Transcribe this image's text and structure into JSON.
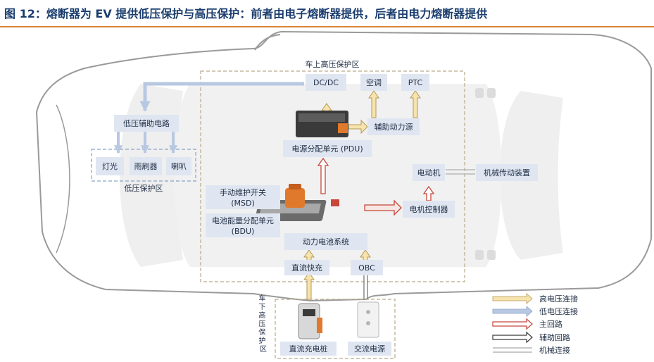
{
  "title": "图 12：熔断器为 EV 提供低压保护与高压保护：前者由电子熔断器提供，后者由电力熔断器提供",
  "zones": {
    "high_voltage": "车上高压保护区",
    "low_voltage": "低压保护区",
    "off_vehicle": "车下高压保护区"
  },
  "nodes": {
    "dcdc": "DC/DC",
    "aircon": "空调",
    "ptc": "PTC",
    "aux_power": "辅助动力源",
    "pdu": "电源分配单元 (PDU)",
    "lv_aux": "低压辅助电路",
    "lights": "灯光",
    "wiper": "雨刷器",
    "horn": "喇叭",
    "motor": "电动机",
    "mech_drive": "机械传动装置",
    "motor_ctrl": "电机控制器",
    "msd_line1": "手动维护开关",
    "msd_line2": "(MSD)",
    "bdu_line1": "电池能量分配单元",
    "bdu_line2": "(BDU)",
    "battery": "动力电池系统",
    "dc_fast": "直流快充",
    "obc": "OBC",
    "dc_pile": "直流充电桩",
    "ac_source": "交流电源"
  },
  "legend": {
    "items": [
      {
        "label": "高电压连接",
        "style": "hv"
      },
      {
        "label": "低电压连接",
        "style": "lv"
      },
      {
        "label": "主回路",
        "style": "main"
      },
      {
        "label": "辅助回路",
        "style": "aux"
      },
      {
        "label": "机械连接",
        "style": "mech"
      }
    ]
  },
  "colors": {
    "title": "#1a3d6e",
    "title_rule": "#d8873a",
    "box_fill": "#dfe6f1",
    "hv_fill": "#f6e3ad",
    "hv_stroke": "#b59a57",
    "lv_fill": "#b8c8e2",
    "main_stroke": "#c8463a",
    "zone_dash": "#b9a98a"
  }
}
